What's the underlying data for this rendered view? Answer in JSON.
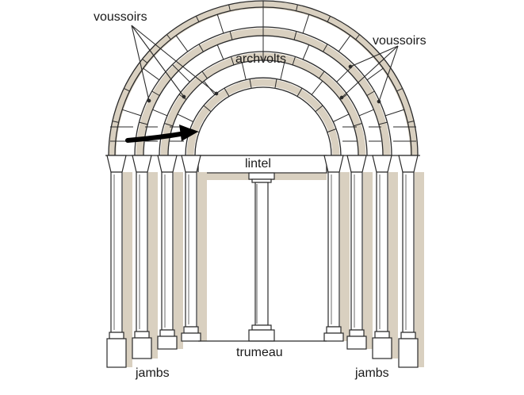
{
  "labels": {
    "voussoirs_left": "voussoirs",
    "voussoirs_right": "voussoirs",
    "archvolts": "archvolts",
    "lintel": "lintel",
    "trumeau": "trumeau",
    "jambs_left": "jambs",
    "jambs_right": "jambs"
  },
  "colors": {
    "line": "#2a2a2a",
    "shadow": "#d9d0c0",
    "background": "#ffffff",
    "arrow": "#000000"
  }
}
